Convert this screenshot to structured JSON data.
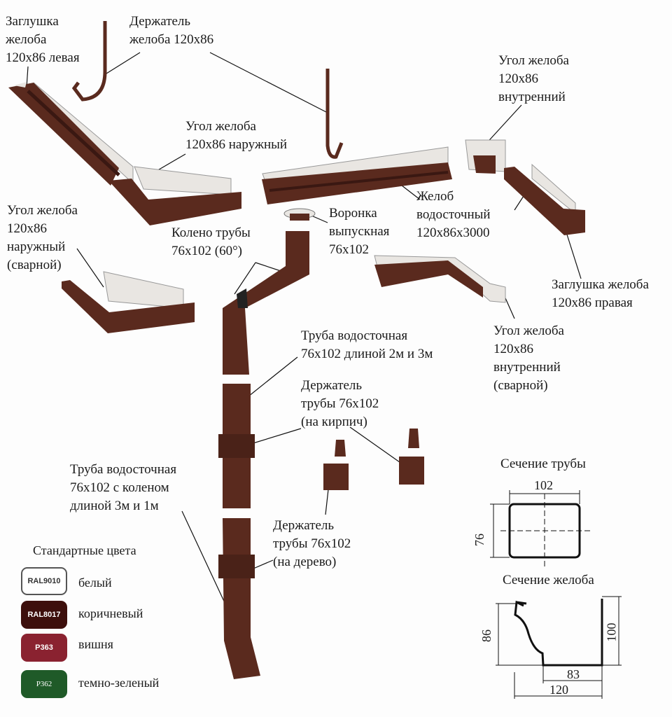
{
  "labels": {
    "cap_left": [
      "Заглушка",
      "желоба",
      "120х86 левая"
    ],
    "gutter_holder": [
      "Держатель",
      "желоба 120х86"
    ],
    "inner_corner": [
      "Угол желоба",
      "120х86",
      "внутренний"
    ],
    "outer_corner": [
      "Угол желоба",
      "120х86 наружный"
    ],
    "gutter": [
      "Желоб",
      "водосточный",
      "120х86х3000"
    ],
    "funnel": [
      "Воронка",
      "выпускная",
      "76х102"
    ],
    "outer_corner_welded": [
      "Угол желоба",
      "120х86",
      "наружный",
      "(сварной)"
    ],
    "elbow": [
      "Колено трубы",
      "76х102 (60°)"
    ],
    "cap_right": [
      "Заглушка желоба",
      "120х86 правая"
    ],
    "inner_corner_welded": [
      "Угол желоба",
      "120х86",
      "внутренний",
      "(сварной)"
    ],
    "pipe": [
      "Труба водосточная",
      "76х102 длиной 2м и 3м"
    ],
    "pipe_holder_brick": [
      "Держатель",
      "трубы 76х102",
      "(на кирпич)"
    ],
    "pipe_with_elbow": [
      "Труба водосточная",
      "76х102 с коленом",
      "длиной 3м и 1м"
    ],
    "pipe_holder_wood": [
      "Держатель",
      "трубы 76х102",
      "(на дерево)"
    ]
  },
  "sections": {
    "pipe_title": "Сечение трубы",
    "pipe_width": "102",
    "pipe_height": "76",
    "gutter_title": "Сечение желоба",
    "gutter_front_height": "86",
    "gutter_back_height": "100",
    "gutter_bottom": "83",
    "gutter_width": "120"
  },
  "legend": {
    "title": "Стандартные цвета",
    "items": [
      {
        "code": "RAL9010",
        "name": "белый",
        "color": "#ffffff",
        "text_color": "#333333"
      },
      {
        "code": "RAL8017",
        "name": "коричневый",
        "color": "#3d0f0c",
        "text_color": "#ffffff"
      },
      {
        "code": "P363",
        "name": "вишня",
        "color": "#8a2230",
        "text_color": "#ffffff"
      },
      {
        "code": "P362",
        "name": "темно-зеленый",
        "color": "#1f5a28",
        "text_color": "#ffffff"
      }
    ]
  },
  "colors": {
    "product": "#5a2a1e",
    "product_dark": "#3a1812",
    "inner": "#e9e6e2"
  }
}
